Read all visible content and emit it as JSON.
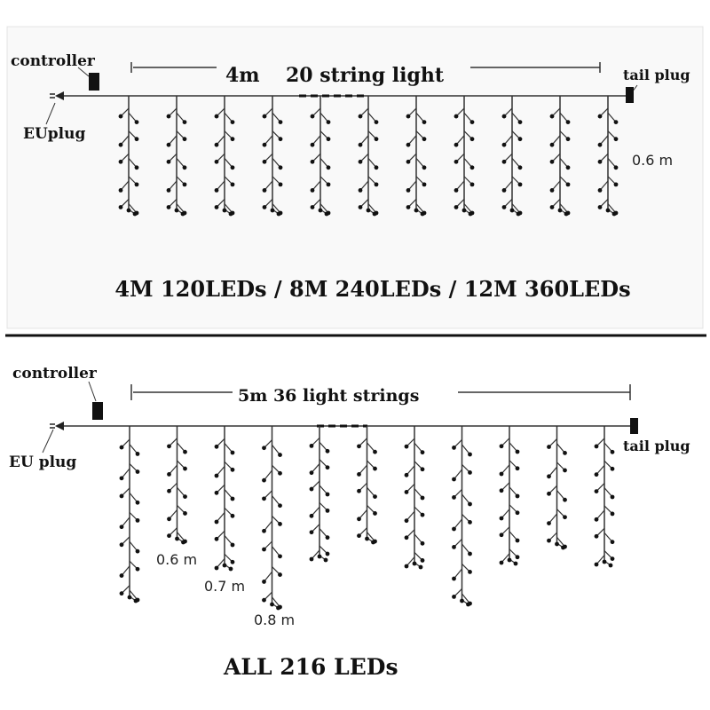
{
  "top": {
    "controller_label": "controller",
    "eu_plug_label": "EUplug",
    "tail_plug_label": "tail plug",
    "length_label": "4m",
    "strings_label": "20 string light",
    "drop_label": "0.6 m",
    "caption": "4M 120LEDs / 8M 240LEDs / 12M 360LEDs",
    "string_count_drawn": 11
  },
  "bottom": {
    "controller_label": "controller",
    "eu_plug_label": "EU plug",
    "tail_plug_label": "tail plug",
    "span_label": "5m 36 light strings",
    "drop_labels": [
      "0.6 m",
      "0.7 m",
      "0.8 m"
    ],
    "caption": "ALL 216 LEDs",
    "string_count_drawn": 11
  },
  "colors": {
    "background": "#ffffff",
    "top_panel": "#f9f9f9",
    "wire": "#333333",
    "led": "#111111",
    "divider": "#111111"
  }
}
